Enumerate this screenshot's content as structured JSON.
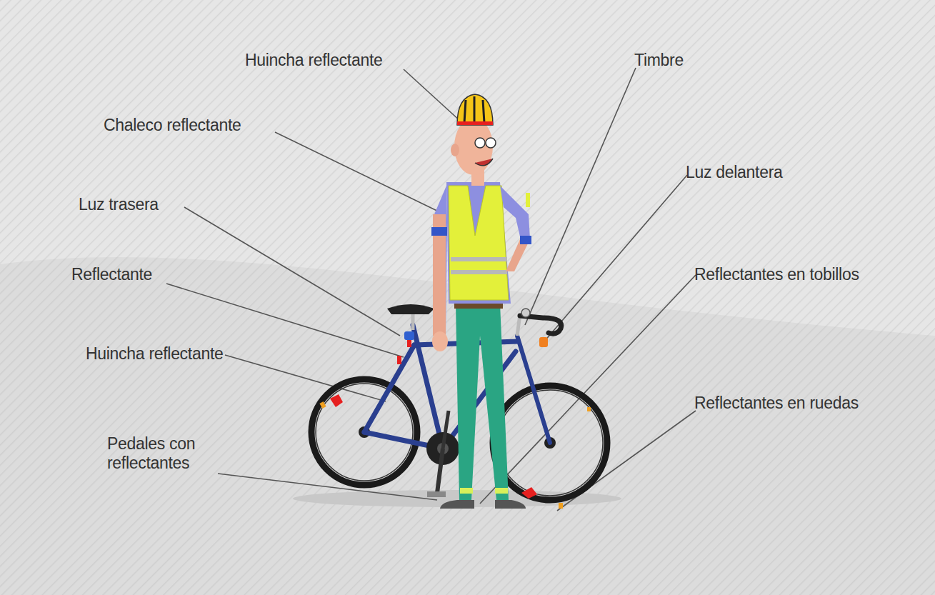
{
  "diagram": {
    "labels": [
      "Huincha reflectante",
      "Timbre",
      "Chaleco reflectante",
      "Luz delantera",
      "Luz trasera",
      "Reflectante",
      "Reflectantes en tobillos",
      "Huincha reflectante",
      "Reflectantes en ruedas",
      "Pedales con reflectantes"
    ]
  }
}
